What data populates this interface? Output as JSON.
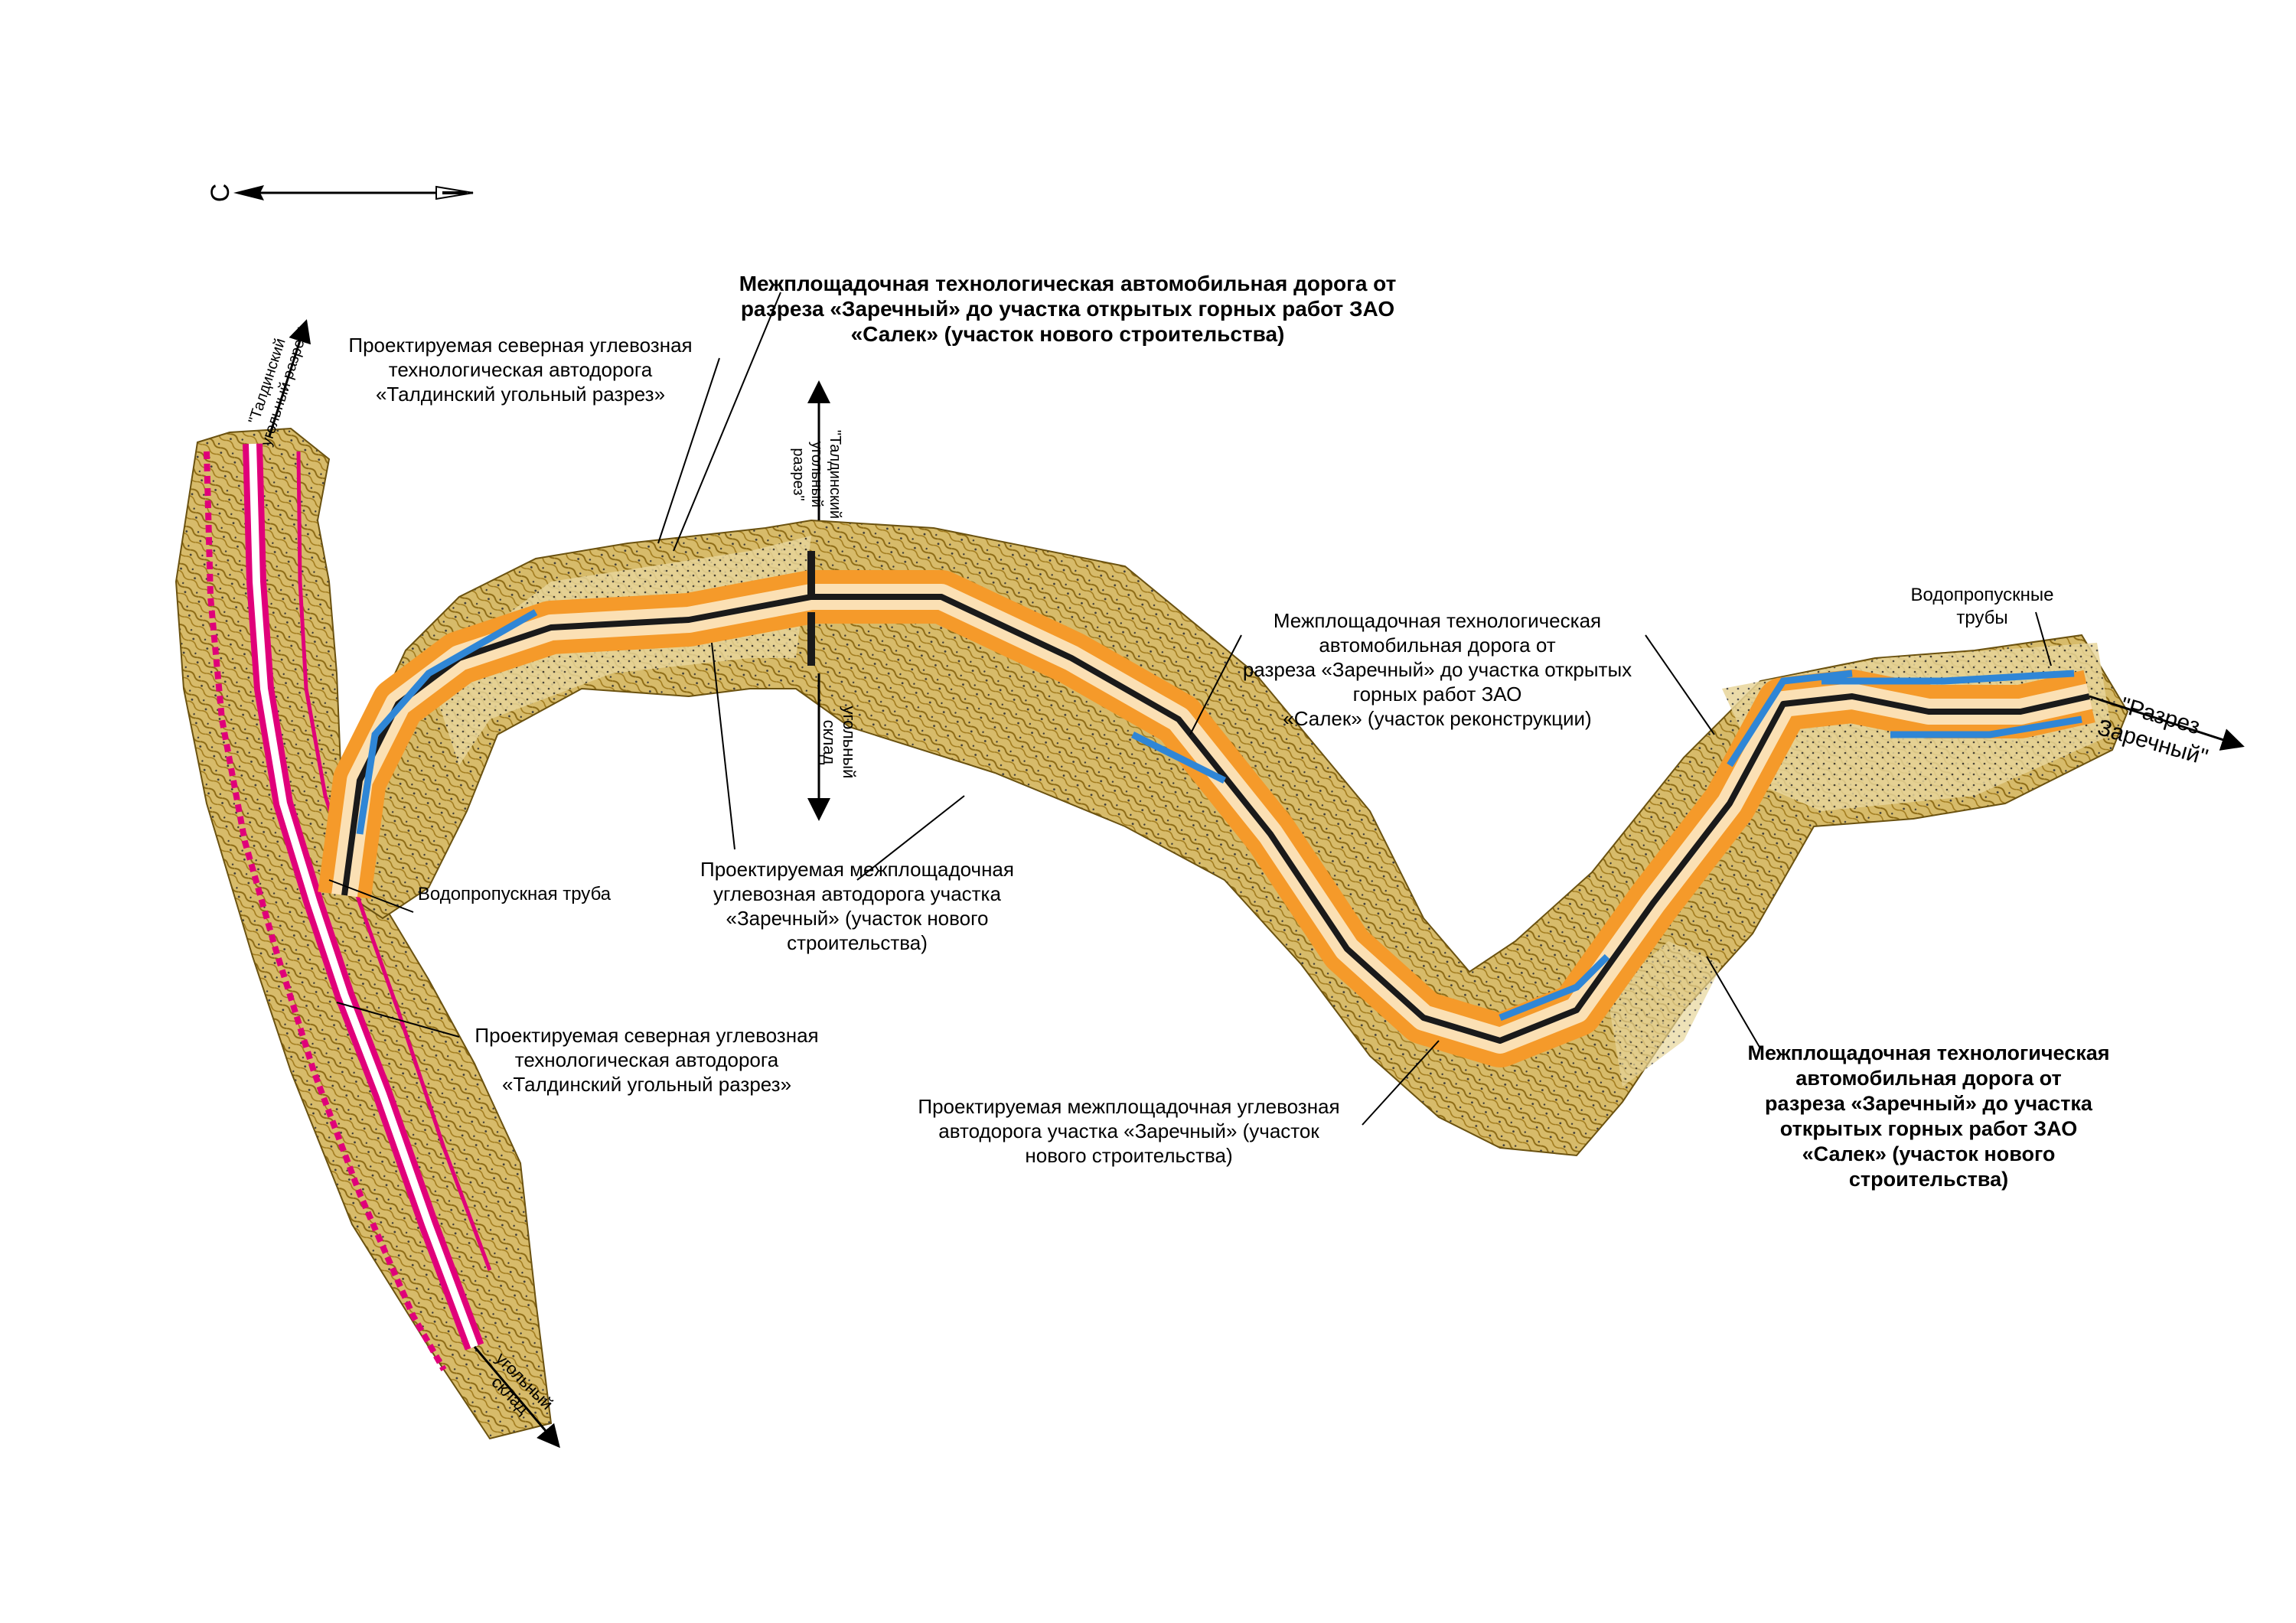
{
  "north_arrow": {
    "letter": "С"
  },
  "labels": {
    "new_construction_top": [
      "Межплощадочная технологическая автомобильная дорога от",
      "разреза «Заречный» до участка открытых горных работ ЗАО",
      "«Салек» (участок нового строительства)"
    ],
    "north_road_top": [
      "Проектируемая северная углевозная",
      "технологическая автодорога",
      "«Талдинский угольный разрез»"
    ],
    "reconstruction": [
      "Межплощадочная технологическая",
      "автомобильная дорога от",
      "разреза «Заречный» до участка открытых",
      "горных работ ЗАО",
      "«Салек» (участок реконструкции)"
    ],
    "culverts": [
      "Водопропускные",
      "трубы"
    ],
    "culvert": [
      "Водопропускная труба"
    ],
    "zarechny_road_mid": [
      "Проектируемая межплощадочная",
      "углевозная автодорога участка",
      "«Заречный» (участок нового",
      "строительства)"
    ],
    "north_road_bottom": [
      "Проектируемая северная углевозная",
      "технологическая автодорога",
      "«Талдинский угольный разрез»"
    ],
    "zarechny_road_bottom": [
      "Проектируемая межплощадочная углевозная",
      "автодорога участка «Заречный» (участок",
      "нового строительства)"
    ],
    "new_construction_right": [
      "Межплощадочная технологическая",
      "автомобильная дорога от",
      "разреза «Заречный» до участка",
      "открытых горных работ ЗАО",
      "«Салек» (участок нового",
      "строительства)"
    ]
  },
  "directions": {
    "taldinsky_left": [
      "\"Талдинский",
      "угольный разрез\""
    ],
    "taldinsky_mid": [
      "\"Талдинский",
      "угольный",
      "разрез\""
    ],
    "coal_yard_mid": [
      "угольный",
      "склад"
    ],
    "coal_yard_bottom": [
      "угольный",
      "склад"
    ],
    "zarechny_pit": [
      "\"Разрез",
      "Заречный\""
    ]
  },
  "colors": {
    "terrain": "#c8a850",
    "contour": "#8c6a14",
    "road_fill": "#f59a2a",
    "road_core": "#1a1a1a",
    "north_road": "#e0007a",
    "water": "#2f86d6",
    "leader": "#000000"
  }
}
